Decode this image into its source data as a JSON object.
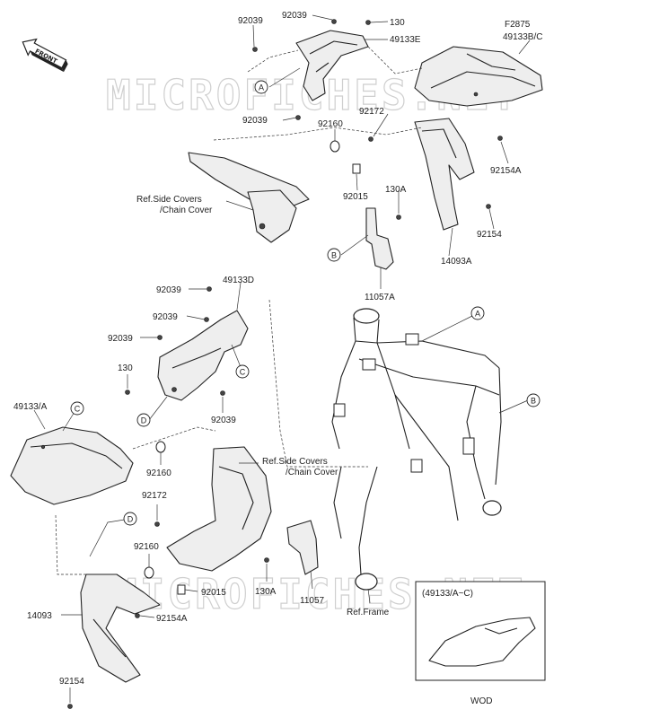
{
  "watermark": {
    "top": "MICROFICHES.NET",
    "bottom": "MICROFICHES.NET"
  },
  "front_badge": "FRONT",
  "reference_code": "F2875",
  "labels": {
    "p92039_a": "92039",
    "p92039_b": "92039",
    "p130_top": "130",
    "p49133E": "49133E",
    "p49133BC": "49133B/C",
    "p92039_c": "92039",
    "p92160_top": "92160",
    "p92172_top": "92172",
    "p92154A_top": "92154A",
    "p92015_top": "92015",
    "p130A_top": "130A",
    "p92154_top": "92154",
    "p14093A": "14093A",
    "p11057A": "11057A",
    "ref_side_top_1": "Ref.Side Covers",
    "ref_side_top_2": "/Chain Cover",
    "p92039_d": "92039",
    "p49133D": "49133D",
    "p92039_e": "92039",
    "p92039_f": "92039",
    "p130_mid": "130",
    "p92039_g": "92039",
    "p49133A": "49133/A",
    "p92160_mid": "92160",
    "p92172_mid": "92172",
    "p92160_low": "92160",
    "p92015_low": "92015",
    "p14093": "14093",
    "p92154A_low": "92154A",
    "p92154_low": "92154",
    "ref_side_mid_1": "Ref.Side Covers",
    "ref_side_mid_2": "/Chain Cover",
    "p130A_low": "130A",
    "p11057": "11057",
    "ref_frame": "Ref.Frame",
    "inset_title": "(49133/A~C)",
    "inset_caption": "WOD"
  },
  "callouts": {
    "A1": "A",
    "A2": "A",
    "B1": "B",
    "B2": "B",
    "C1": "C",
    "C2": "C",
    "D1": "D",
    "D2": "D"
  }
}
